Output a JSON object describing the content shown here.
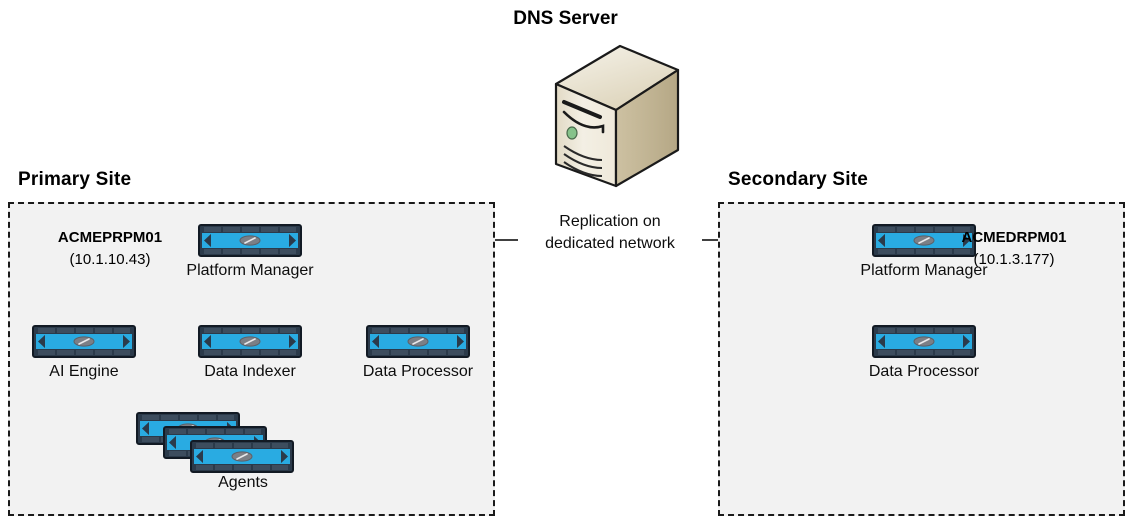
{
  "diagram": {
    "title_dns": "DNS Server",
    "sites": [
      {
        "key": "primary",
        "title": "Primary Site",
        "host_name": "ACMEPRPM01",
        "host_ip": "(10.1.10.43)",
        "nodes": [
          {
            "label": "Platform Manager",
            "icon": "network-appliance-icon"
          },
          {
            "label": "AI Engine",
            "icon": "network-appliance-icon"
          },
          {
            "label": "Data Indexer",
            "icon": "network-appliance-icon"
          },
          {
            "label": "Data Processor",
            "icon": "network-appliance-icon"
          },
          {
            "label": "Agents",
            "icon": "network-appliance-stack-icon"
          }
        ]
      },
      {
        "key": "secondary",
        "title": "Secondary Site",
        "host_name": "ACMEDRPM01",
        "host_ip": "(10.1.3.177)",
        "nodes": [
          {
            "label": "Platform Manager",
            "icon": "network-appliance-icon"
          },
          {
            "label": "Data Processor",
            "icon": "network-appliance-icon"
          }
        ]
      }
    ],
    "connection": {
      "label_line1": "Replication on",
      "label_line2": "dedicated network",
      "direction": "primary-to-secondary"
    },
    "colors": {
      "appliance_body": "#29ABE2",
      "appliance_frame": "#2B3A4A",
      "appliance_center": "#7b7f86",
      "site_fill": "#F2F2F2",
      "site_border": "#1A1A1A",
      "server_front": "#EFEADC",
      "server_side": "#BFB291",
      "server_led": "#86C28A",
      "text": "#000000"
    }
  }
}
